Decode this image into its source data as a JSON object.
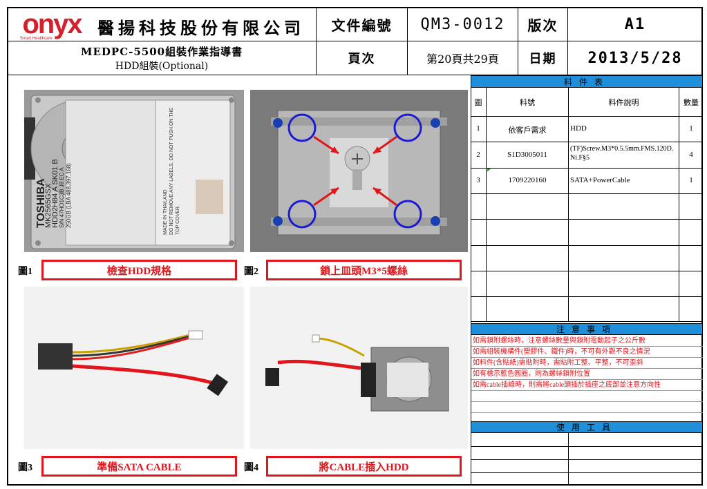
{
  "header": {
    "logo_text": "onyx",
    "logo_subtext": "Smart Healthcare",
    "company": "醫揚科技股份有限公司",
    "doc_no_label": "文件編號",
    "doc_no_value": "QM3-0012",
    "version_label": "版次",
    "version_value": "A1",
    "title_line1": "MEDPC-5500組裝作業指導書",
    "title_line2": "HDD組裝(Optional)",
    "page_label": "頁次",
    "page_value": "第20頁共29頁",
    "date_label": "日期",
    "date_value": "2013/5/28"
  },
  "figures": [
    {
      "num": "圖1",
      "caption": "檢查HDD規格"
    },
    {
      "num": "圖2",
      "caption": "鎖上皿頭M3*5螺絲"
    },
    {
      "num": "圖3",
      "caption": "準備SATA CABLE"
    },
    {
      "num": "圖4",
      "caption": "將CABLE插入HDD"
    }
  ],
  "hdd_label": {
    "brand": "TOSHIBA",
    "model": "MK2565GSX",
    "part": "HDD2H84 A SK01 B",
    "sn": "S/N 47HO1C3B J8 EC A",
    "capacity": "250GB (LBA 488,397,168)",
    "warning": "DO NOT REMOVE ANY LABELS. DO NOT PUSH ON THE TOP COVER.",
    "made_in": "MADE IN THAILAND"
  },
  "bom": {
    "title": "料件表",
    "headers": [
      "圖",
      "料號",
      "料件說明",
      "數量"
    ],
    "rows": [
      {
        "fig": "1",
        "part_no": "依客戶需求",
        "desc": "HDD",
        "qty": "1"
      },
      {
        "fig": "2",
        "part_no": "S1D3005011",
        "desc": "(TF)Screw.M3*0.5.5mm.FMS.120D.Ni.F§5",
        "qty": "4"
      },
      {
        "fig": "3",
        "part_no": "1709220160",
        "desc": "SATA+PowerCable",
        "qty": "1"
      }
    ]
  },
  "notes": {
    "title": "注意事項",
    "items": [
      "如需鎖附螺絲時，注意螺絲數量與鎖附電動起子之公斤數",
      "如需組裝機構件(塑膠件、鐵件)時，不可有外觀不良之情況",
      "如料件(含貼紙)需貼附時，需貼附工整、平整，不可歪斜",
      "如有標示藍色圓圈，則為螺絲鎖附位置",
      "如需cable插線時，則需將cable頭插於插座之底部並注意方向性"
    ]
  },
  "tools": {
    "title": "使用工具"
  },
  "colors": {
    "accent_red": "#e0161c",
    "header_blue": "#1e8fd8",
    "marker_blue": "#1a1ad0"
  }
}
